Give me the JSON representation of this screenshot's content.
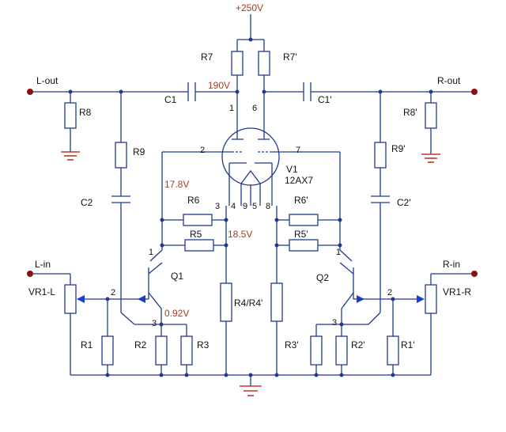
{
  "supply": {
    "label": "+250V",
    "color": "#c0392b"
  },
  "voltages": {
    "plate": "190V",
    "grid": "17.8V",
    "cathode": "18.5V",
    "emitter": "0.92V"
  },
  "tube": {
    "name": "V1",
    "type": "12AX7",
    "pins": {
      "p1": "1",
      "p2": "2",
      "p3": "3",
      "p4": "4",
      "p5": "5",
      "p6": "6",
      "p7": "7",
      "p8": "8",
      "p9": "9"
    }
  },
  "ports": {
    "l_out": "L-out",
    "r_out": "R-out",
    "l_in": "L-in",
    "r_in": "R-in"
  },
  "components": {
    "r7": "R7",
    "r7p": "R7'",
    "c1": "C1",
    "c1p": "C1'",
    "r8": "R8",
    "r8p": "R8'",
    "r9": "R9",
    "r9p": "R9'",
    "c2": "C2",
    "c2p": "C2'",
    "r6": "R6",
    "r6p": "R6'",
    "r5": "R5",
    "r5p": "R5'",
    "q1": "Q1",
    "q2": "Q2",
    "r4": "R4/R4'",
    "vr1l": "VR1-L",
    "vr1r": "VR1-R",
    "r1": "R1",
    "r1p": "R1'",
    "r2": "R2",
    "r2p": "R2'",
    "r3": "R3",
    "r3p": "R3'"
  },
  "transistor_pins": {
    "q1_collector": "1",
    "q1_base": "2",
    "q1_emitter": "3",
    "q2_collector": "1",
    "q2_base": "2",
    "q2_emitter": "3"
  },
  "colors": {
    "wire": "#1f3b8c",
    "voltage_text": "#b03a1a",
    "ground": "#c0392b",
    "terminal": "#8b1111",
    "wiper_arrow": "#1a3ccf"
  }
}
